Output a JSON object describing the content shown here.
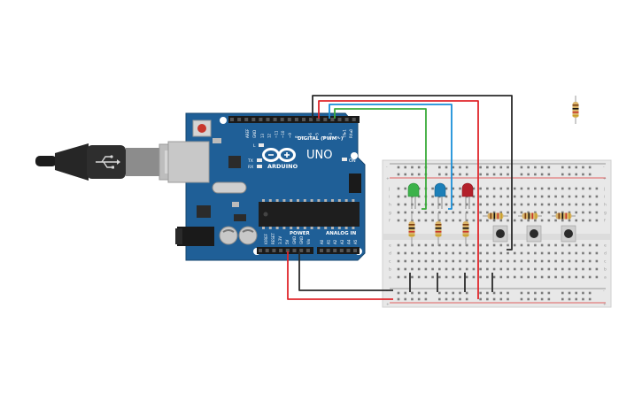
{
  "board": {
    "brand": "ARDUINO",
    "model": "UNO",
    "digital_label": "DIGITAL (PWM~)",
    "power_label": "POWER",
    "analog_label": "ANALOG IN",
    "on_label": "ON",
    "tx_label": "TX",
    "rx_label": "RX",
    "l_label": "L",
    "ioref": "IOREF",
    "reset": "RESET",
    "v33": "3.3V",
    "v5": "5V",
    "gnd": "GND",
    "vin": "Vin",
    "aref": "AREF",
    "gnd_top": "GND",
    "digital_pins": [
      "13",
      "12",
      "~11",
      "~10",
      "~9",
      "8",
      "7",
      "~6",
      "~5",
      "4",
      "~3",
      "2",
      "TX▸1",
      "RX◂0"
    ],
    "analog_pins": [
      "A0",
      "A1",
      "A2",
      "A3",
      "A4",
      "A5"
    ]
  },
  "breadboard": {
    "row_letters_top": [
      "j",
      "i",
      "h",
      "g",
      "f"
    ],
    "row_letters_bottom": [
      "e",
      "d",
      "c",
      "b",
      "a"
    ],
    "plus": "+",
    "minus": "-"
  },
  "components": {
    "leds": [
      "green",
      "blue",
      "red"
    ],
    "colors": {
      "board": "#1f5f97",
      "board_edge": "#17476f",
      "breadboard": "#e8e8e8",
      "wire_red": "#e0262b",
      "wire_black": "#2a2a2a",
      "wire_green": "#3aab3a",
      "wire_blue": "#1a8fd8",
      "led_green": "#3cb24a",
      "led_blue": "#1c7fb8",
      "led_red": "#b3202a",
      "resistor": "#d9b46a"
    }
  }
}
